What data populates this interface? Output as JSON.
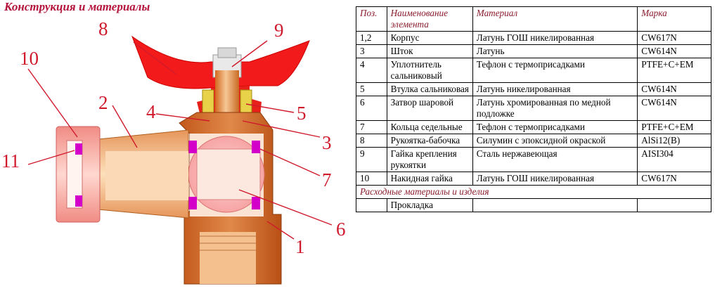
{
  "title": "Конструкция и материалы",
  "callouts": [
    "1",
    "2",
    "3",
    "4",
    "5",
    "6",
    "7",
    "8",
    "9",
    "10",
    "11"
  ],
  "table": {
    "headers": [
      "Поз.",
      "Наименование элемента",
      "Материал",
      "Марка"
    ],
    "rows": [
      {
        "pos": "1,2",
        "name": "Корпус",
        "material": "Латунь ГОШ никелированная",
        "grade": "CW617N"
      },
      {
        "pos": "3",
        "name": "Шток",
        "material": "Латунь",
        "grade": "CW614N"
      },
      {
        "pos": "4",
        "name": "Уплотнитель сальниковый",
        "material": "Тефлон  с термоприсадками",
        "grade": "PTFE+C+EM"
      },
      {
        "pos": "5",
        "name": "Втулка сальниковая",
        "material": "Латунь никелированная",
        "grade": "CW614N"
      },
      {
        "pos": "6",
        "name": "Затвор шаровой",
        "material": "Латунь хромированная по медной подложке",
        "grade": "CW614N"
      },
      {
        "pos": "7",
        "name": "Кольца седельные",
        "material": "Тефлон  с термоприсадками",
        "grade": "PTFE+C+EM"
      },
      {
        "pos": "8",
        "name": "Рукоятка-бабочка",
        "material": "Силумин  с эпоксидной окраской",
        "grade": "AlSi12(B)"
      },
      {
        "pos": "9",
        "name": "Гайка крепления рукоятки",
        "material": "Сталь нержавеющая",
        "grade": "AISI304"
      },
      {
        "pos": "10",
        "name": "Накидная гайка",
        "material": "Латунь ГОШ никелированная",
        "grade": "CW617N"
      }
    ],
    "section": "Расходные материалы и изделия",
    "extra_rows": [
      {
        "pos": "",
        "name": "Прокладка",
        "material": "",
        "grade": ""
      }
    ]
  }
}
